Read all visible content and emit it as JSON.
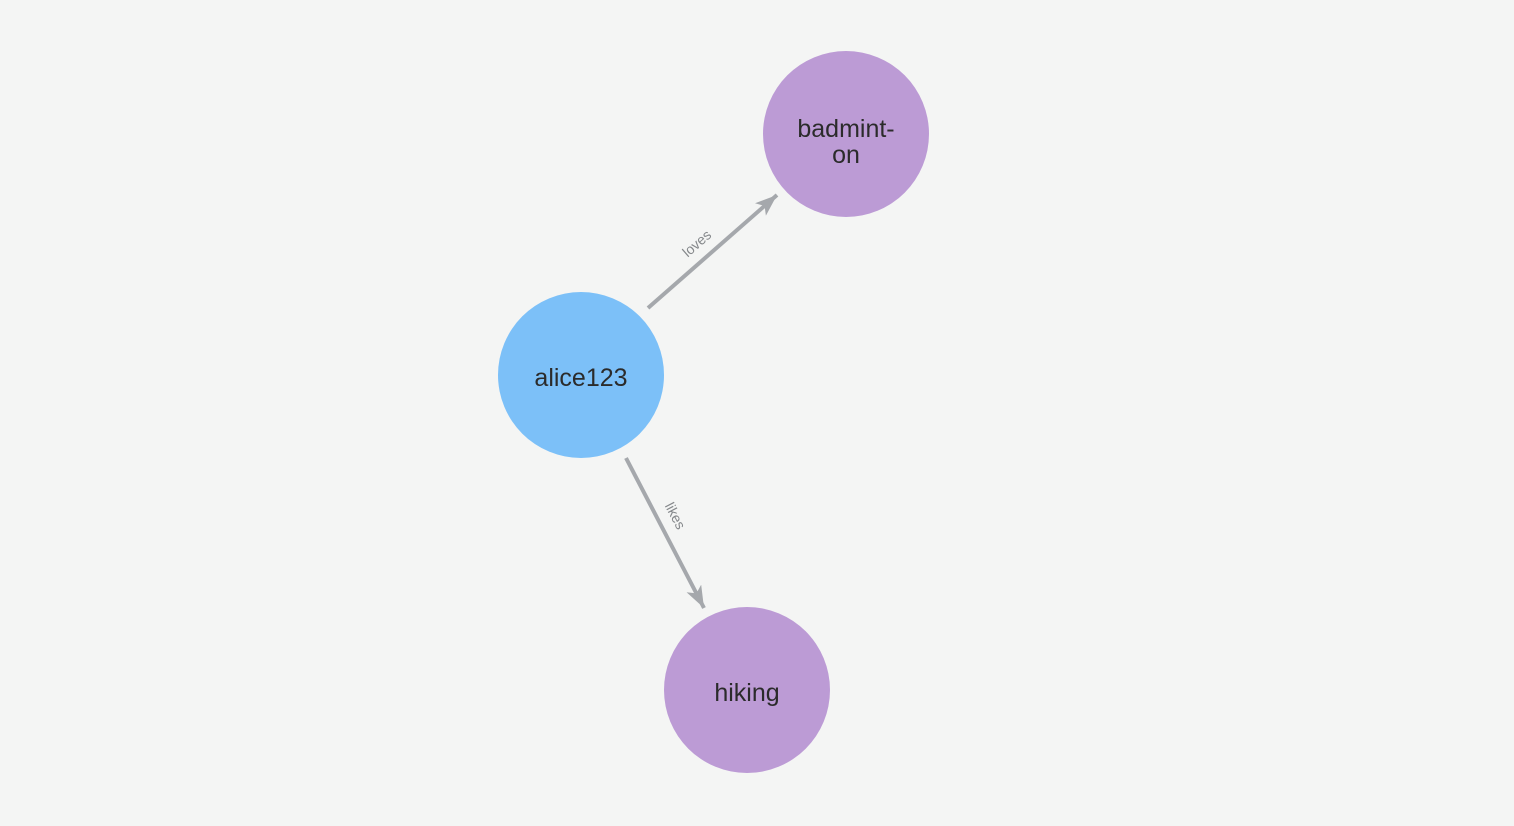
{
  "canvas": {
    "background_color": "#f4f5f4"
  },
  "graph": {
    "nodes": [
      {
        "id": "alice123",
        "label": "alice123",
        "lines": [
          "alice123"
        ],
        "color": "#7cc0f8",
        "kind": "user-node"
      },
      {
        "id": "badminton",
        "label": "badminton",
        "lines": [
          "badmint-",
          "on"
        ],
        "color": "#bc9bd5",
        "kind": "interest-node"
      },
      {
        "id": "hiking",
        "label": "hiking",
        "lines": [
          "hiking"
        ],
        "color": "#bc9bd5",
        "kind": "interest-node"
      }
    ],
    "edges": [
      {
        "source": "alice123",
        "target": "badminton",
        "label": "loves"
      },
      {
        "source": "alice123",
        "target": "hiking",
        "label": "likes"
      }
    ],
    "node_style": {
      "label_color": "#2b2b2b"
    },
    "edge_style": {
      "color": "#a5a8ac",
      "label_color": "#85888b"
    }
  }
}
